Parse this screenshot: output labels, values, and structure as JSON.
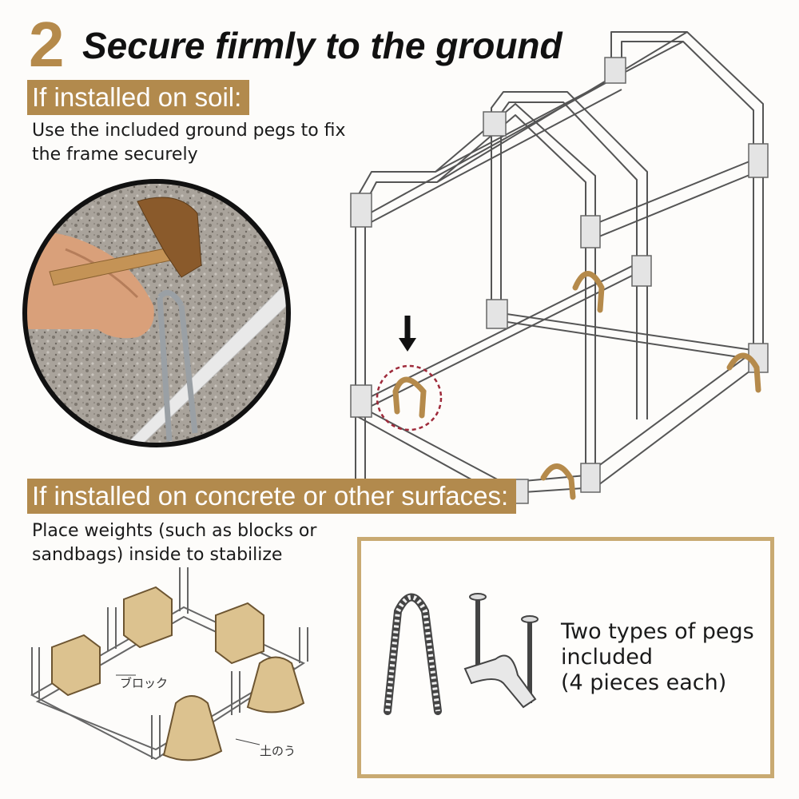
{
  "header": {
    "step_number": "2",
    "title": "Secure firmly to the ground"
  },
  "soil": {
    "banner": "If installed on soil:",
    "description": "Use the included ground pegs to fix the frame securely"
  },
  "concrete": {
    "banner": "If installed on concrete or other surfaces:",
    "description": "Place weights (such as blocks or sandbags) inside to stabilize",
    "block_label": "ブロック",
    "sandbag_label": "土のう"
  },
  "pegs": {
    "line1": "Two types of pegs",
    "line2": "included",
    "line3": "(4 pieces each)"
  },
  "colors": {
    "accent": "#b28a4d",
    "panel_border": "#c9aa72",
    "highlight_circle": "#9e2a3a"
  }
}
